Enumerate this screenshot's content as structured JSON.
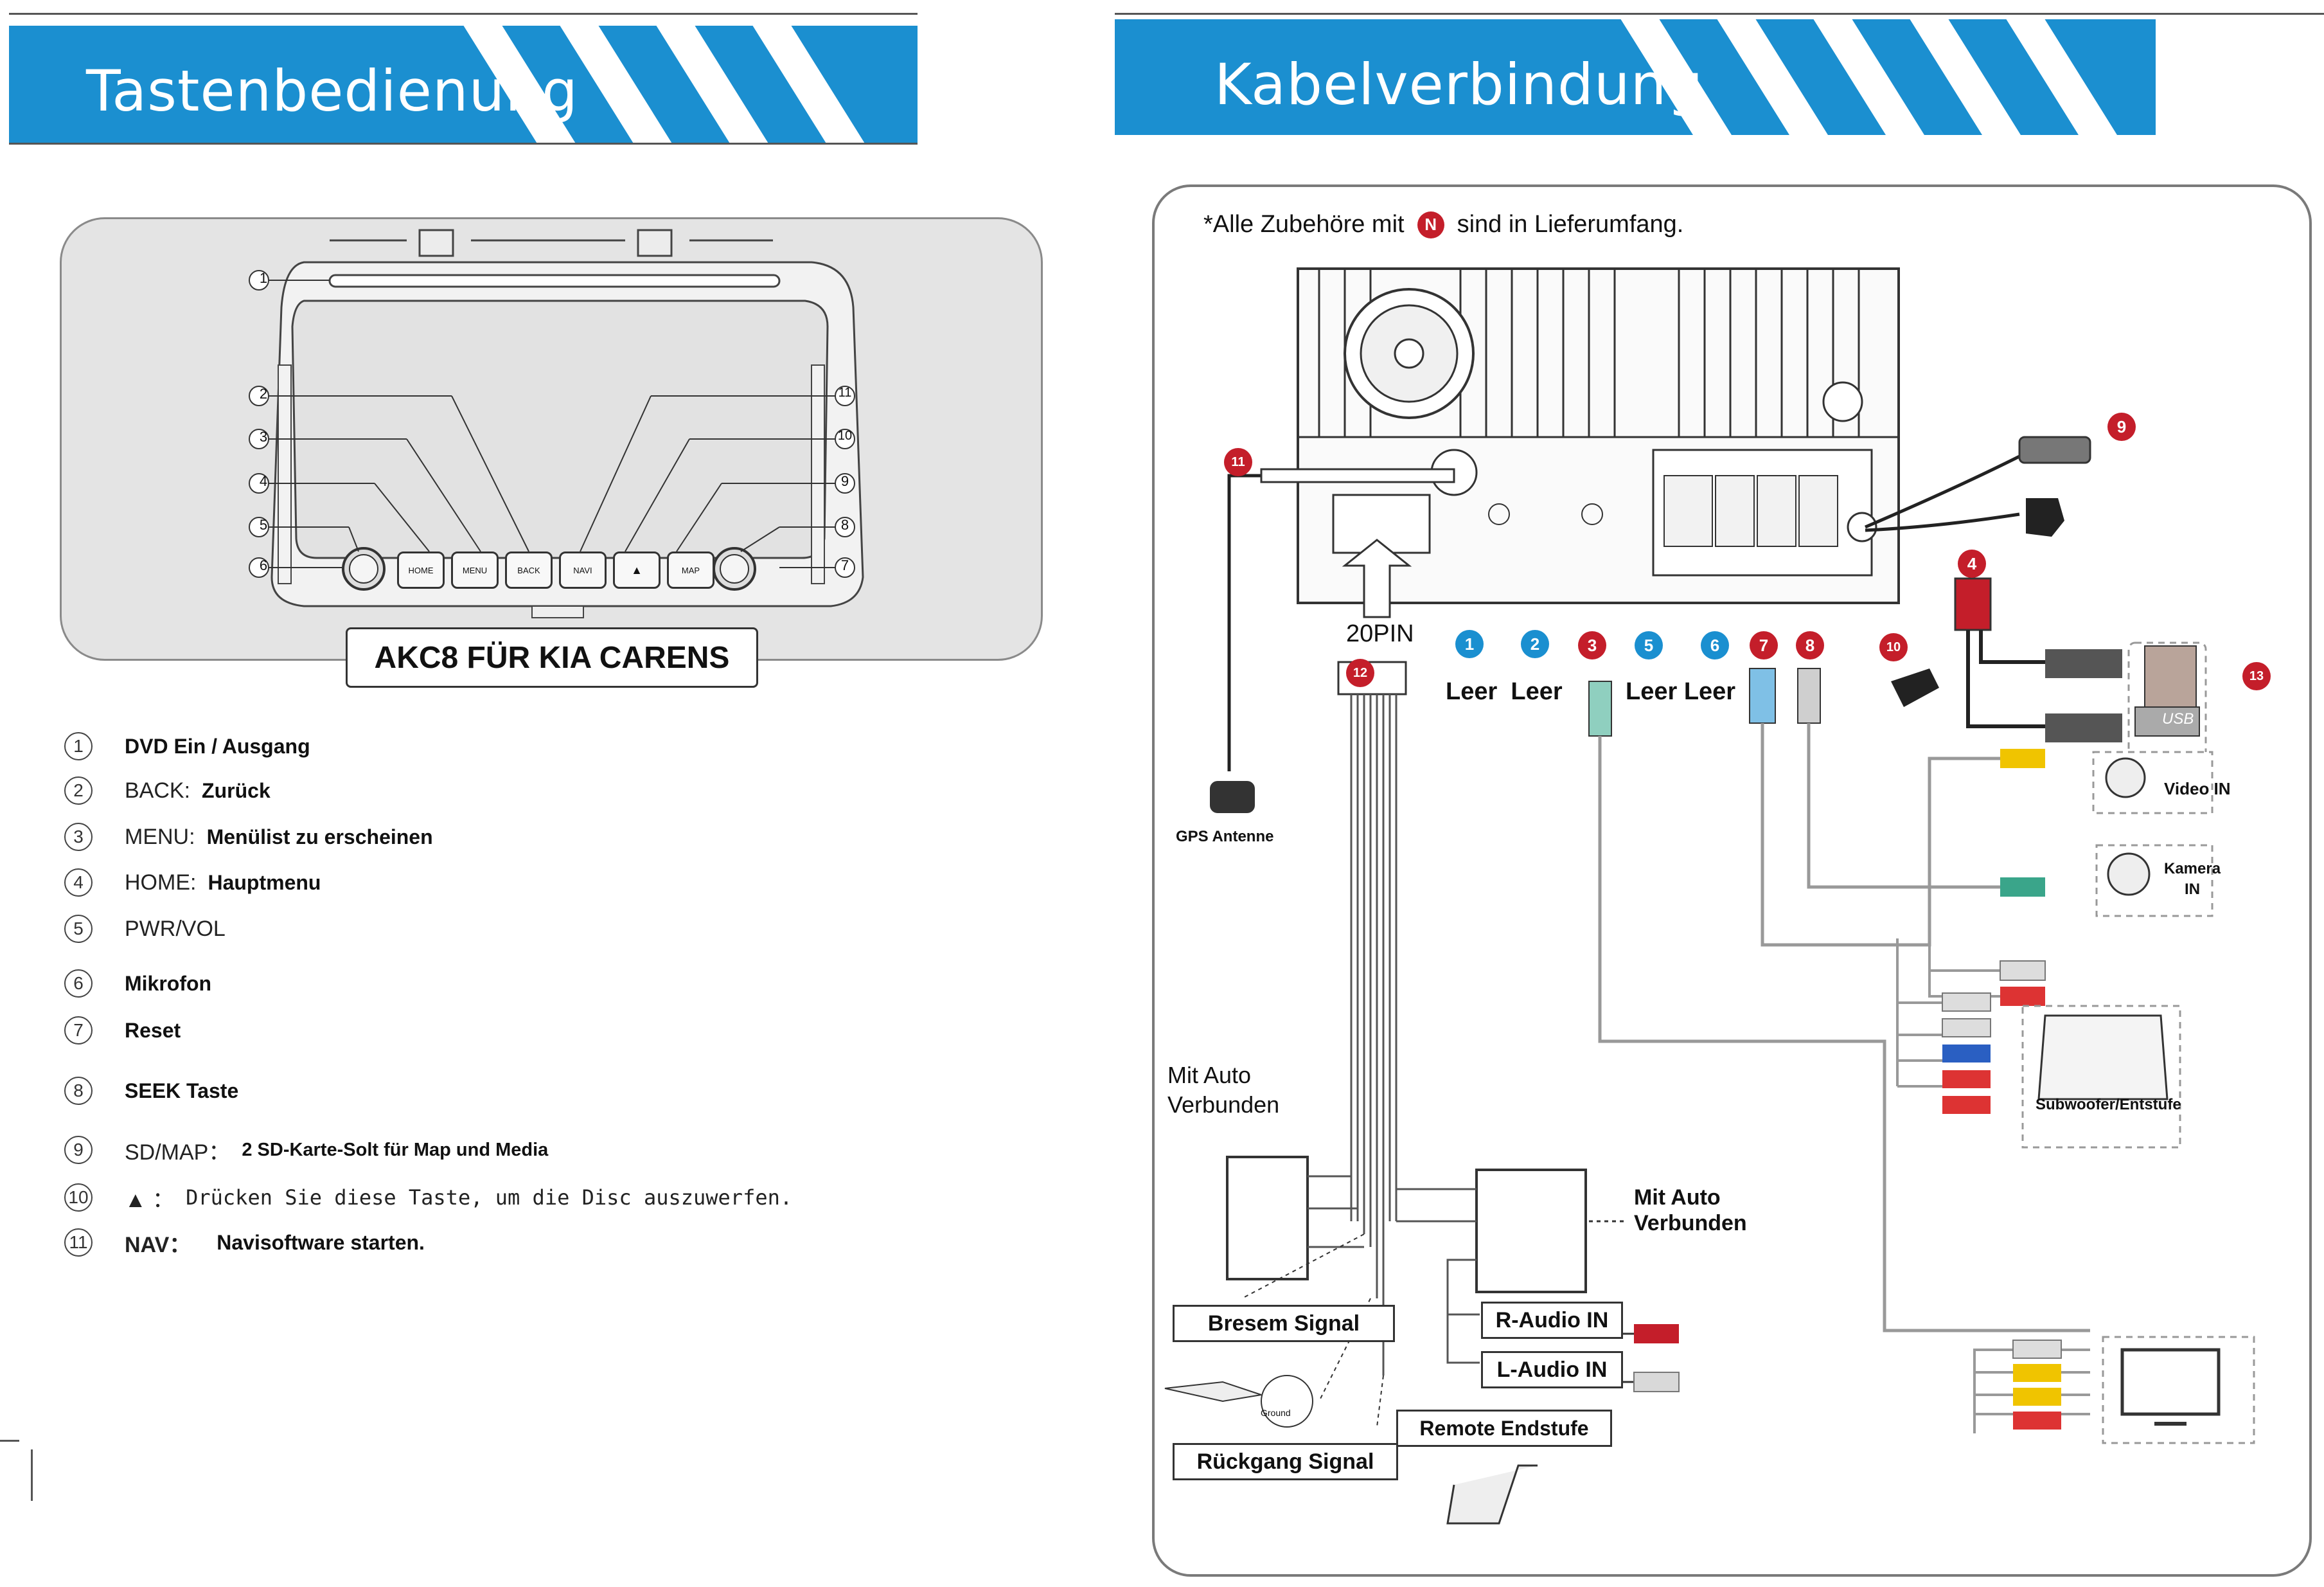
{
  "left_header": {
    "title": "Tastenbedienung"
  },
  "right_header": {
    "title": "Kabelverbindung"
  },
  "device": {
    "buttons": [
      "HOME",
      "MENU",
      "BACK",
      "NAVI",
      "▲",
      "MAP"
    ],
    "caption": "AKC8 FÜR KIA CARENS",
    "callouts": [
      "1",
      "2",
      "3",
      "4",
      "5",
      "6",
      "7",
      "8",
      "9",
      "10",
      "11"
    ]
  },
  "legend": [
    {
      "num": "1",
      "key": "",
      "value": "DVD Ein / Ausgang"
    },
    {
      "num": "2",
      "key": "BACK:",
      "value": "Zurück"
    },
    {
      "num": "3",
      "key": "MENU:",
      "value": "Menülist zu erscheinen"
    },
    {
      "num": "4",
      "key": "HOME:",
      "value": "Hauptmenu"
    },
    {
      "num": "5",
      "key": "PWR/VOL",
      "value": ""
    },
    {
      "num": "6",
      "key": "",
      "value": "Mikrofon"
    },
    {
      "num": "7",
      "key": "",
      "value": "Reset"
    },
    {
      "num": "8",
      "key": "",
      "value": "SEEK Taste"
    },
    {
      "num": "9",
      "key": "SD/MAP：",
      "value": "2 SD-Karte-Solt für Map und Media"
    },
    {
      "num": "10",
      "key": "▲ ：",
      "value": "Drücken Sie diese Taste, um die Disc auszuwerfen."
    },
    {
      "num": "11",
      "key": "NAV：",
      "value": "Navisoftware starten."
    }
  ],
  "diagram": {
    "note_prefix": "*Alle Zubehöre mit",
    "note_badge": "N",
    "note_suffix": "sind in Lieferumfang.",
    "pin_label": "20PIN",
    "leer_left": "Leer  Leer",
    "leer_right": "Leer Leer",
    "gps": "GPS Antenne",
    "mit_auto_left": "Mit Auto\nVerbunden",
    "mit_auto_right": "Mit Auto\nVerbunden",
    "bresem": "Bresem Signal",
    "rueckgang": "Rückgang Signal",
    "remote": "Remote Endstufe",
    "r_audio": "R-Audio IN",
    "l_audio": "L-Audio IN",
    "video_in": "Video IN",
    "kamera_in": "Kamera\nIN",
    "subwoofer": "Subwoofer/Entstufe",
    "usb": "USB",
    "ground": "Ground",
    "port_badges": [
      "1",
      "2",
      "3",
      "4",
      "5",
      "6",
      "7",
      "8",
      "9",
      "10",
      "11",
      "12",
      "13"
    ]
  },
  "colors": {
    "banner": "#1b8fd0",
    "badge_blue": "#1a8fd0",
    "badge_red": "#c41e2a"
  }
}
